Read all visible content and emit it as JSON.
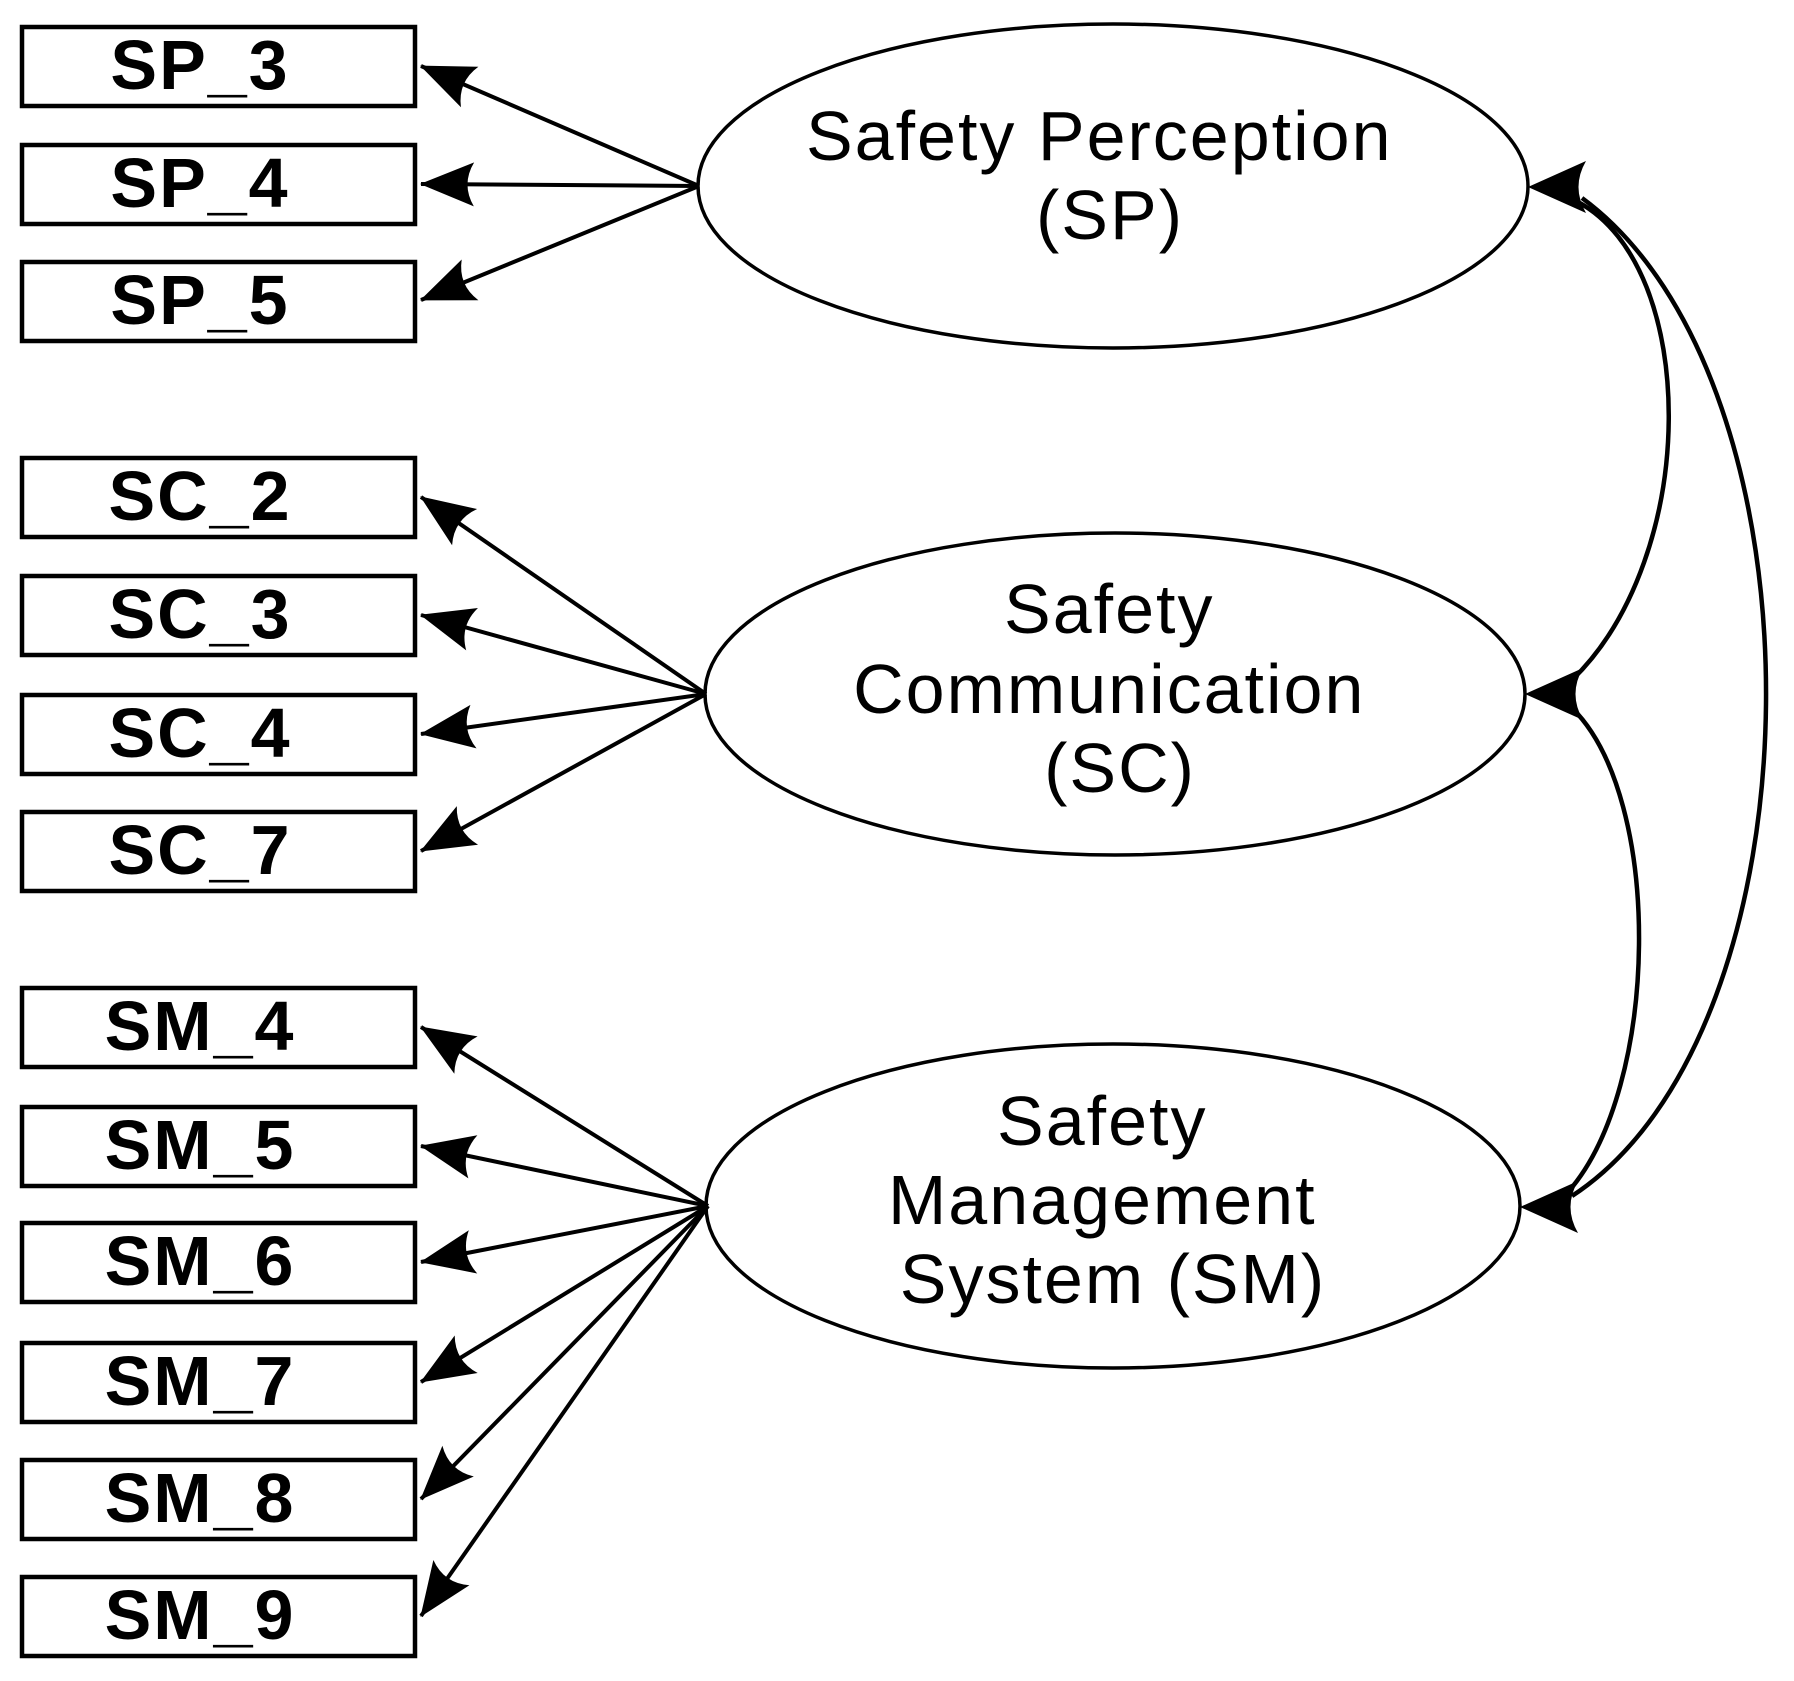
{
  "figure": {
    "type": "structural-equation-model-diagram",
    "background_color": "#ffffff",
    "line_color": "#000000",
    "text_color": "#000000",
    "latents": [
      {
        "id": "SP",
        "label_lines": [
          "Safety Perception",
          "(SP)"
        ],
        "indicators": [
          "SP_3",
          "SP_4",
          "SP_5"
        ]
      },
      {
        "id": "SC",
        "label_lines": [
          "Safety",
          "Communication",
          "(SC)"
        ],
        "indicators": [
          "SC_2",
          "SC_3",
          "SC_4",
          "SC_7"
        ]
      },
      {
        "id": "SM",
        "label_lines": [
          "Safety",
          "Management",
          "System (SM)"
        ],
        "indicators": [
          "SM_4",
          "SM_5",
          "SM_6",
          "SM_7",
          "SM_8",
          "SM_9"
        ]
      }
    ],
    "covariances": [
      {
        "between": "SP-SC"
      },
      {
        "between": "SC-SM"
      },
      {
        "between": "SP-SM"
      }
    ]
  }
}
